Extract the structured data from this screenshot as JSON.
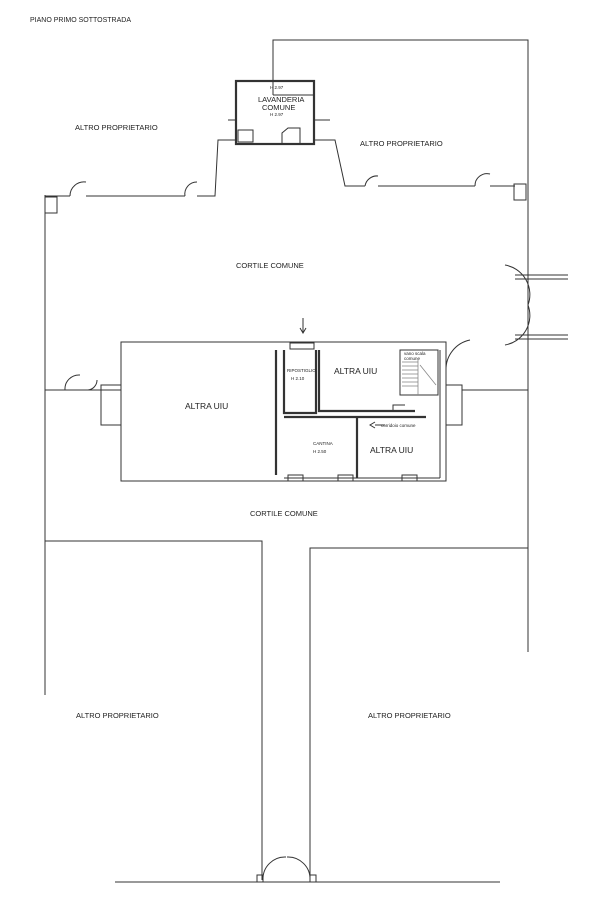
{
  "title": "PIANO PRIMO SOTTOSTRADA",
  "labels": {
    "altro_proprietario_nw": "ALTRO PROPRIETARIO",
    "altro_proprietario_ne": "ALTRO PROPRIETARIO",
    "altro_proprietario_sw": "ALTRO PROPRIETARIO",
    "altro_proprietario_se": "ALTRO PROPRIETARIO",
    "cortile_comune_top": "CORTILE COMUNE",
    "cortile_comune_bottom": "CORTILE COMUNE",
    "lavanderia_1": "LAVANDERIA",
    "lavanderia_2": "COMUNE",
    "lavanderia_h_top": "H 2.97",
    "lavanderia_h": "H 2.97",
    "altra_uiu_left": "ALTRA UIU",
    "altra_uiu_top": "ALTRA UIU",
    "altra_uiu_bottom": "ALTRA UIU",
    "ripostiglio": "RIPOSTIGLIO",
    "ripostiglio_h": "H 2.10",
    "cantina": "CANTINA",
    "cantina_h": "H 2.50",
    "vano_scala_1": "vano scala",
    "vano_scala_2": "comune",
    "corridoio": "corridoio comune"
  }
}
